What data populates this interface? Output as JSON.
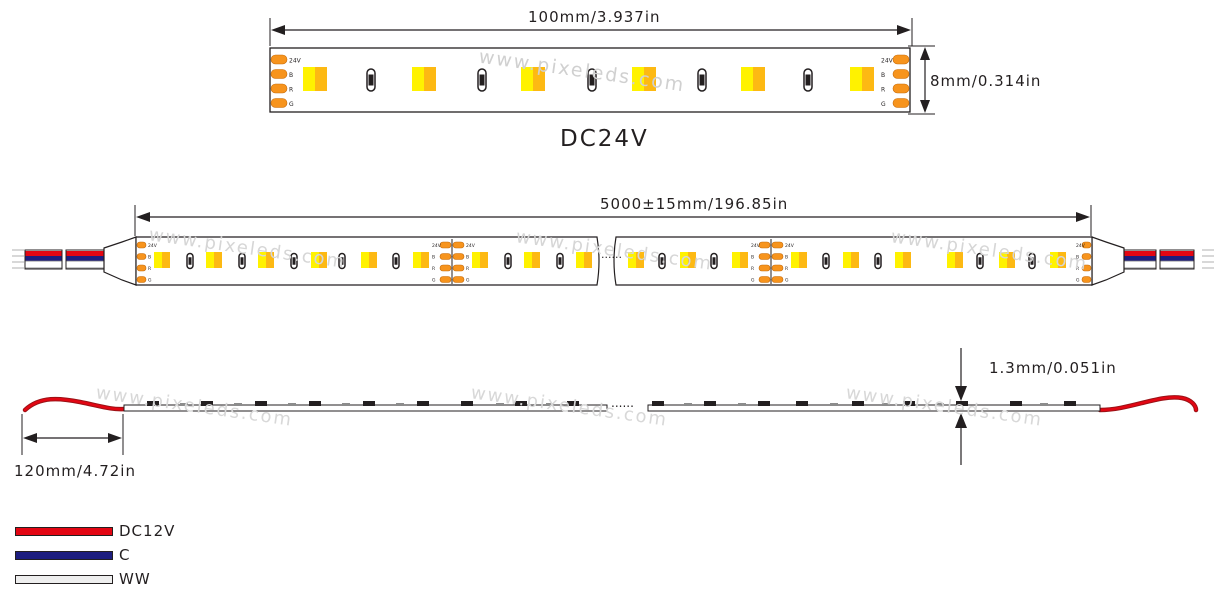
{
  "top_strip": {
    "length_label": "100mm/3.937in",
    "width_label": "8mm/0.314in",
    "voltage_label": "DC24V",
    "pad_labels": [
      "24V",
      "B",
      "R",
      "G"
    ],
    "watermark": "www.pixeleds.com"
  },
  "middle_strip": {
    "length_label": "5000±15mm/196.85in",
    "ellipsis": "......",
    "pad_labels": [
      "24V",
      "B",
      "R",
      "G"
    ],
    "watermark": "www.pixeleds.com"
  },
  "side_view": {
    "thickness_label": "1.3mm/0.051in",
    "lead_length_label": "120mm/4.72in",
    "ellipsis": "......",
    "watermark": "www.pixeleds.com"
  },
  "legend": {
    "items": [
      {
        "label": "DC12V",
        "color": "#e30613"
      },
      {
        "label": "C",
        "color": "#1d1d7f"
      },
      {
        "label": "WW",
        "color": "#eeeeee"
      }
    ]
  },
  "colors": {
    "pad": "#f7941d",
    "led_yellow": "#fff200",
    "led_amber": "#fdb913",
    "wire_red": "#e30613",
    "wire_blue": "#1d1d7f",
    "wire_white": "#eeeeee",
    "outline": "#231f20"
  }
}
